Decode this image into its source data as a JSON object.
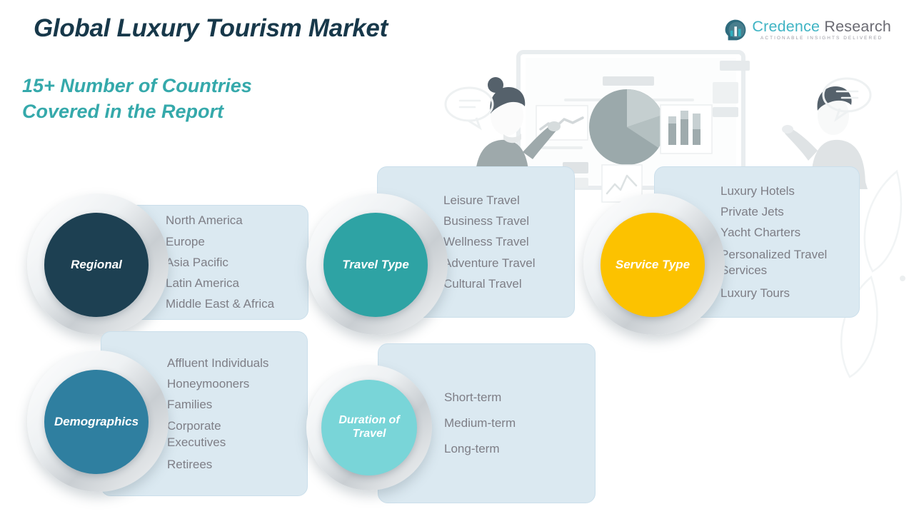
{
  "header": {
    "title": "Global Luxury Tourism Market",
    "subtitle": "15+ Number of Countries\nCovered in the Report"
  },
  "logo": {
    "name_part1": "Credence",
    "name_part2": "Research",
    "tagline": "Actionable Insights Delivered"
  },
  "colors": {
    "title": "#17384a",
    "subtitle": "#35a9ab",
    "panel_bg": "#dbe9f1",
    "panel_border": "#cbdfeb",
    "list_text": "#7e7e86",
    "logo_teal": "#3fb4c4",
    "logo_gray": "#6b6b73",
    "regional": "#1d4052",
    "travel_type": "#2ea3a4",
    "service_type": "#fcc200",
    "demographics": "#2f7fa0",
    "duration": "#79d5d8"
  },
  "cards": [
    {
      "id": "regional",
      "label": "Regional",
      "color": "#1d4052",
      "items": [
        "North America",
        "Europe",
        "Asia Pacific",
        "Latin America",
        "Middle East & Africa"
      ]
    },
    {
      "id": "travel-type",
      "label": "Travel Type",
      "color": "#2ea3a4",
      "items": [
        "Leisure Travel",
        "Business Travel",
        "Wellness Travel",
        "Adventure Travel",
        "Cultural Travel"
      ]
    },
    {
      "id": "service-type",
      "label": "Service Type",
      "color": "#fcc200",
      "items": [
        "Luxury Hotels",
        "Private Jets",
        "Yacht Charters",
        "Personalized Travel Services",
        "Luxury Tours"
      ]
    },
    {
      "id": "demographics",
      "label": "Demographics",
      "color": "#2f7fa0",
      "items": [
        "Affluent Individuals",
        "Honeymooners",
        "Families",
        "Corporate Executives",
        "Retirees"
      ]
    },
    {
      "id": "duration-of-travel",
      "label": "Duration of Travel",
      "color": "#79d5d8",
      "items": [
        "Short-term",
        "Medium-term",
        "Long-term"
      ]
    }
  ]
}
